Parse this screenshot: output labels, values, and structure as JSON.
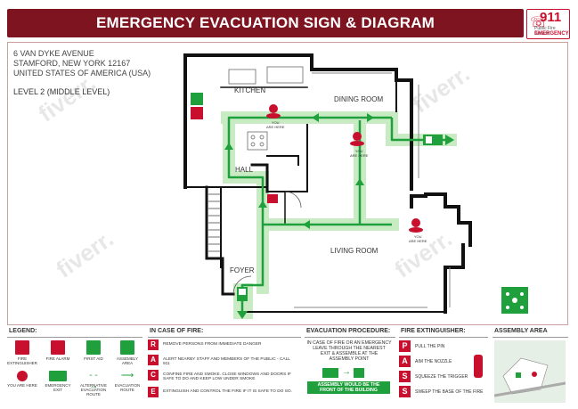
{
  "header": {
    "title": "EMERGENCY EVACUATION SIGN & DIAGRAM"
  },
  "logo": {
    "number": "911",
    "small": "Public Fire Service",
    "label": "EMERGENCY"
  },
  "address": {
    "line1": "6 VAN DYKE AVENUE",
    "line2": "STAMFORD, NEW YORK 12167",
    "line3": "UNITED STATES OF AMERICA (USA)"
  },
  "level": "LEVEL 2 (MIDDLE LEVEL)",
  "rooms": {
    "kitchen": "KITCHEN",
    "dining": "DINING ROOM",
    "hall": "HALL",
    "living": "LIVING ROOM",
    "foyer": "FOYER"
  },
  "you_are_here": {
    "line1": "YOU",
    "line2": "ARE HERE"
  },
  "watermark": "fiverr.",
  "colors": {
    "header": "#7d1420",
    "route": "#1fa03c",
    "route_bg": "#c9ebc4",
    "fire": "#c8102e",
    "wall": "#111111"
  },
  "legend": {
    "title": "LEGEND:",
    "items": [
      {
        "label": "FIRE EXTINGUISHER",
        "icon": "fire-extinguisher-icon"
      },
      {
        "label": "FIRE ALARM",
        "icon": "fire-alarm-icon"
      },
      {
        "label": "FIRST AID",
        "icon": "first-aid-icon"
      },
      {
        "label": "ASSEMBLY AREA",
        "icon": "assembly-area-icon"
      },
      {
        "label": "YOU ARE HERE",
        "icon": "you-are-here-icon"
      },
      {
        "label": "EMERGENCY EXIT",
        "icon": "emergency-exit-icon"
      },
      {
        "label": "ALTERNATIVE EVACUATION ROUTE",
        "icon": "alternative-route-icon"
      },
      {
        "label": "EVACUATION ROUTE",
        "icon": "evacuation-route-icon"
      }
    ]
  },
  "fire": {
    "title": "IN CASE OF FIRE:",
    "steps": [
      {
        "letter": "R",
        "text": "REMOVE PERSONS FROM IMMEDIATE DANGER"
      },
      {
        "letter": "A",
        "text": "ALERT NEARBY STAFF AND MEMBERS OF THE PUBLIC - CALL 911"
      },
      {
        "letter": "C",
        "text": "CONFINE FIRE AND SMOKE. CLOSE WINDOWS AND DOORS IF SAFE TO DO AND KEEP LOW UNDER SMOKE"
      },
      {
        "letter": "E",
        "text": "EXTINGUISH AND CONTROL THE FIRE IF IT IS SAFE TO DO SO."
      }
    ]
  },
  "procedure": {
    "title": "EVACUATION PROCEDURE:",
    "text1": "IN CASE OF FIRE OR AN EMERGENCY",
    "text2": "LEAVE THROUGH THE NEAREST",
    "text3": "EXIT & ASSEMBLE AT THE",
    "text4": "ASSEMBLY POINT",
    "banner1": "ASSEMBLY WOULD BE THE",
    "banner2": "FRONT OF THE BUILDING"
  },
  "extinguisher": {
    "title": "FIRE EXTINGUISHER:",
    "steps": [
      {
        "letter": "P",
        "text": "PULL THE PIN"
      },
      {
        "letter": "A",
        "text": "AIM THE NOZZLE"
      },
      {
        "letter": "S",
        "text": "SQUEEZE THE TRIGGER"
      },
      {
        "letter": "S",
        "text": "SWEEP THE BASE OF THE FIRE"
      }
    ]
  },
  "assembly": {
    "title": "ASSEMBLY AREA"
  }
}
